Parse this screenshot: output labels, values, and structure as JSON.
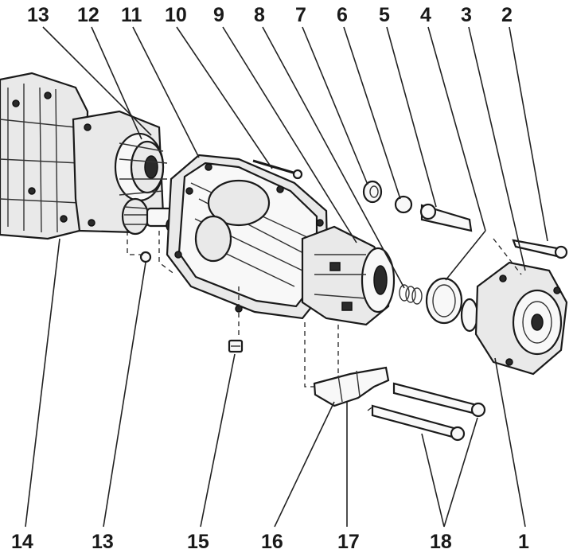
{
  "labels": {
    "top": [
      "13",
      "12",
      "11",
      "10",
      "9",
      "8",
      "7",
      "6",
      "5",
      "4",
      "3",
      "2"
    ],
    "bottom": [
      "14",
      "13",
      "15",
      "16",
      "17",
      "18",
      "1"
    ]
  }
}
